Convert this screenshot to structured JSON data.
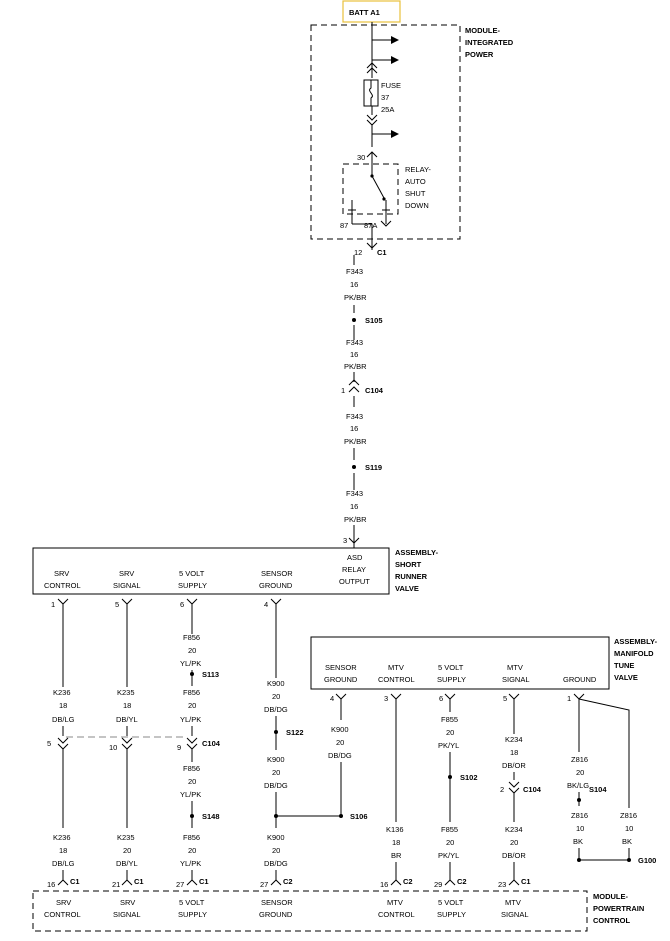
{
  "battery": {
    "label": "BATT A1"
  },
  "pdc": {
    "title": [
      "MODULE-",
      "INTEGRATED",
      "POWER"
    ],
    "fuse": [
      "FUSE",
      "37",
      "25A"
    ],
    "relay": [
      "RELAY-",
      "AUTO",
      "SHUT",
      "DOWN"
    ],
    "pin30": "30",
    "pin87": "87",
    "pin87a": "87A",
    "c1_pin": "12",
    "c1_label": "C1"
  },
  "main_wire": {
    "seg1": [
      "F343",
      "16",
      "PK/BR"
    ],
    "s105": "S105",
    "seg2": [
      "F343",
      "16",
      "PK/BR"
    ],
    "c104_pin": "1",
    "c104_label": "C104",
    "seg3": [
      "F343",
      "16",
      "PK/BR"
    ],
    "s119": "S119",
    "seg4": [
      "F343",
      "16",
      "PK/BR"
    ],
    "ssrv_pin": "3"
  },
  "ssrv": {
    "title": [
      "ASSEMBLY-",
      "SHORT",
      "RUNNER",
      "VALVE"
    ],
    "terminals": [
      [
        "SRV",
        "CONTROL"
      ],
      [
        "SRV",
        "SIGNAL"
      ],
      [
        "5 VOLT",
        "SUPPLY"
      ],
      [
        "SENSOR",
        "GROUND"
      ],
      [
        "ASD",
        "RELAY",
        "OUTPUT"
      ]
    ],
    "pins": [
      "1",
      "5",
      "6",
      "4"
    ]
  },
  "mtv": {
    "title": [
      "ASSEMBLY-",
      "MANIFOLD",
      "TUNE",
      "VALVE"
    ],
    "terminals": [
      [
        "SENSOR",
        "GROUND"
      ],
      [
        "MTV",
        "CONTROL"
      ],
      [
        "5 VOLT",
        "SUPPLY"
      ],
      [
        "MTV",
        "SIGNAL"
      ],
      [
        "GROUND"
      ]
    ],
    "pins": [
      "4",
      "3",
      "6",
      "5",
      "1"
    ]
  },
  "wires": {
    "srv_ctrl_top": [
      "K236",
      "18",
      "DB/LG"
    ],
    "srv_ctrl_bot": [
      "K236",
      "18",
      "DB/LG"
    ],
    "srv_sig_top": [
      "K235",
      "18",
      "DB/YL"
    ],
    "srv_sig_bot": [
      "K235",
      "20",
      "DB/YL"
    ],
    "v5_a": [
      "F856",
      "20",
      "YL/PK"
    ],
    "v5_b": [
      "F856",
      "20",
      "YL/PK"
    ],
    "v5_c": [
      "F856",
      "20",
      "YL/PK"
    ],
    "v5_d": [
      "F856",
      "20",
      "YL/PK"
    ],
    "sg_a": [
      "K900",
      "20",
      "DB/DG"
    ],
    "sg_b": [
      "K900",
      "20",
      "DB/DG"
    ],
    "sg_c": [
      "K900",
      "20",
      "DB/DG"
    ],
    "mtv_sg": [
      "K900",
      "20",
      "DB/DG"
    ],
    "mtv_ctrl": [
      "K136",
      "18",
      "BR"
    ],
    "mtv_5v_a": [
      "F855",
      "20",
      "PK/YL"
    ],
    "mtv_5v_b": [
      "F855",
      "20",
      "PK/YL"
    ],
    "mtv_sig_a": [
      "K234",
      "18",
      "DB/OR"
    ],
    "mtv_sig_b": [
      "K234",
      "20",
      "DB/OR"
    ],
    "gnd_a": [
      "Z816",
      "20",
      "BK/LG"
    ],
    "gnd_b": [
      "Z816",
      "10",
      "BK"
    ],
    "gnd_c": [
      "Z816",
      "10",
      "BK"
    ]
  },
  "splices": {
    "s113": "S113",
    "s148": "S148",
    "s122": "S122",
    "s106": "S106",
    "s102": "S102",
    "s104": "S104",
    "g100": "G100"
  },
  "c104_lower": {
    "label": "C104",
    "pins": [
      "5",
      "10",
      "9"
    ],
    "mtv_pin": "2",
    "mtv_label": "C104"
  },
  "pcm": {
    "title": [
      "MODULE-",
      "POWERTRAIN",
      "CONTROL"
    ],
    "terminals": [
      [
        "SRV",
        "CONTROL"
      ],
      [
        "SRV",
        "SIGNAL"
      ],
      [
        "5 VOLT",
        "SUPPLY"
      ],
      [
        "SENSOR",
        "GROUND"
      ],
      [
        "MTV",
        "CONTROL"
      ],
      [
        "5 VOLT",
        "SUPPLY"
      ],
      [
        "MTV",
        "SIGNAL"
      ]
    ],
    "pins": [
      "16",
      "21",
      "27",
      "27",
      "16",
      "29",
      "23"
    ],
    "conns": [
      "C1",
      "C1",
      "C1",
      "C2",
      "C2",
      "C2",
      "C1"
    ]
  }
}
